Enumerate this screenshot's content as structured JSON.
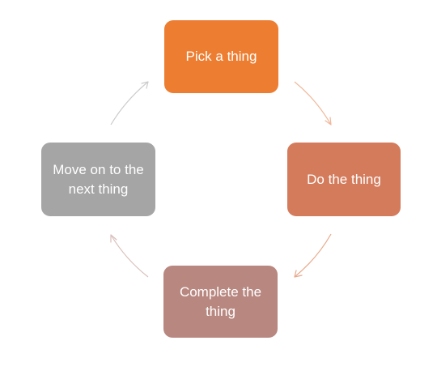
{
  "cycle": {
    "steps": [
      {
        "label": "Pick a thing",
        "color": "#ed7d31"
      },
      {
        "label": "Do the thing",
        "color": "#d47b5c"
      },
      {
        "label": "Complete the thing",
        "color": "#b88780"
      },
      {
        "label": "Move on to the next thing",
        "color": "#a5a5a5"
      }
    ],
    "connector_colors": [
      "#f0b89a",
      "#e8a98c",
      "#d8c0bb",
      "#cccccc"
    ]
  }
}
